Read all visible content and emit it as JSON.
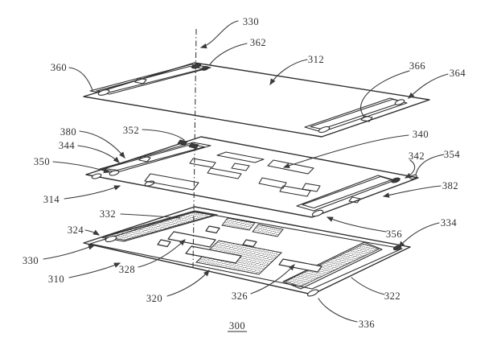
{
  "figure": {
    "number_label": "300",
    "colors": {
      "line": "#2f2f2f",
      "background": "#ffffff",
      "label_text": "#2e2e2e"
    },
    "labels": {
      "l330t": "330",
      "l362": "362",
      "l360": "360",
      "l312": "312",
      "l366": "366",
      "l364": "364",
      "l380": "380",
      "l352": "352",
      "l344": "344",
      "l350": "350",
      "l340": "340",
      "l342": "342",
      "l354": "354",
      "l314": "314",
      "l382": "382",
      "l332": "332",
      "l356": "356",
      "l324": "324",
      "l334": "334",
      "l330b": "330",
      "l328": "328",
      "l310": "310",
      "l320": "320",
      "l326": "326",
      "l322": "322",
      "l336": "336"
    }
  }
}
